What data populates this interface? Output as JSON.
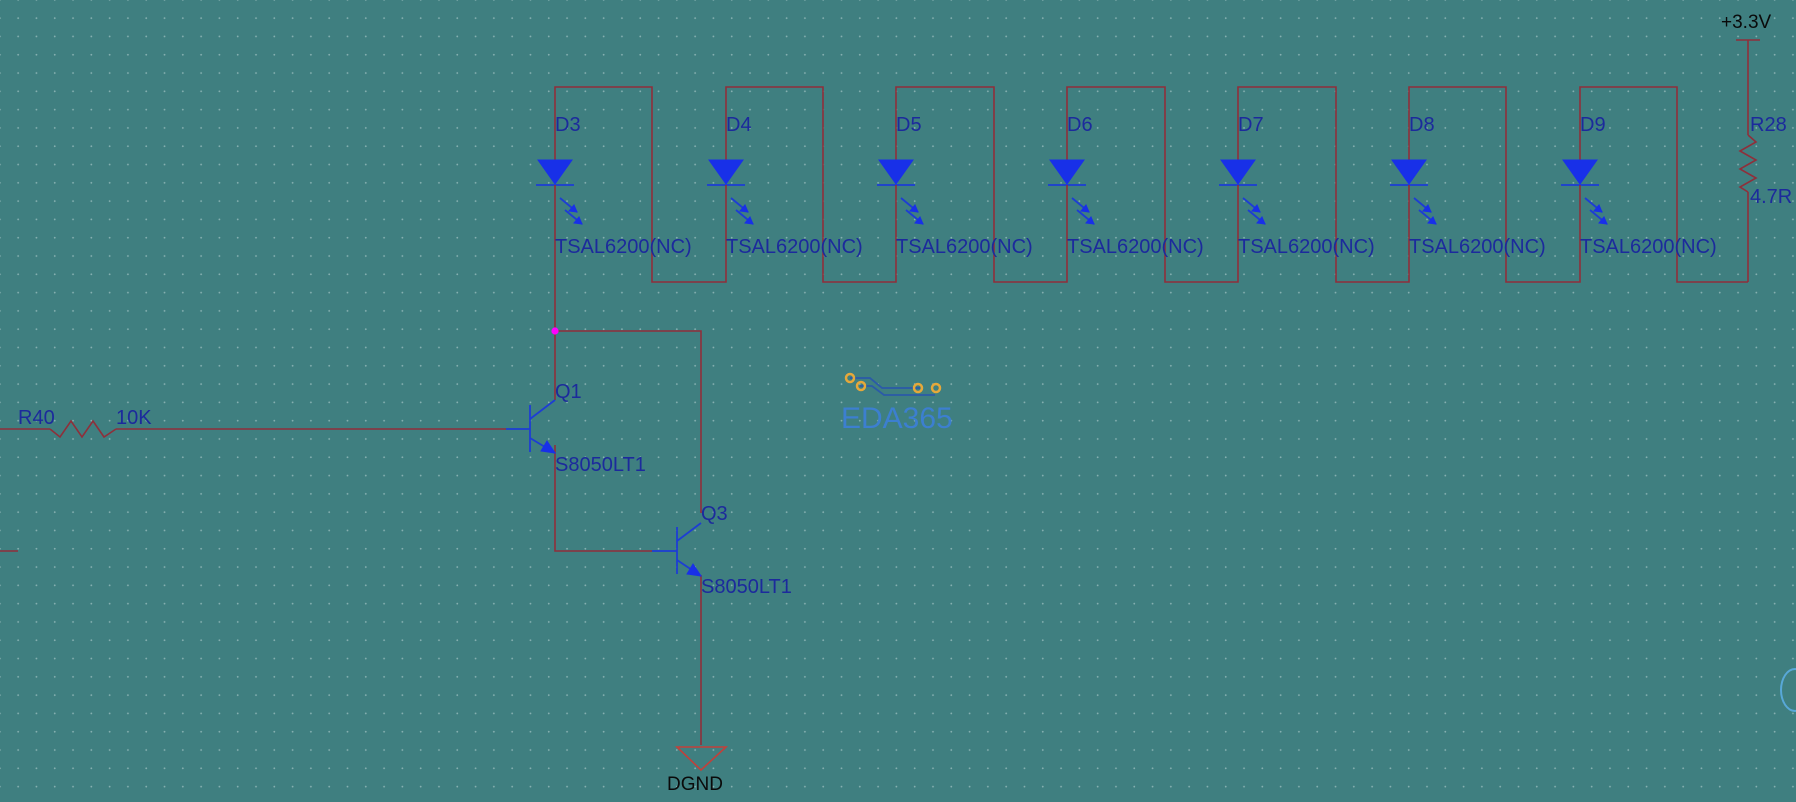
{
  "schematic": {
    "power": {
      "net_label": "+3.3V"
    },
    "resistors": [
      {
        "designator": "R28",
        "value": "4.7R"
      },
      {
        "designator": "R40",
        "value": "10K"
      }
    ],
    "diodes": [
      {
        "designator": "D3",
        "part": "TSAL6200(NC)"
      },
      {
        "designator": "D4",
        "part": "TSAL6200(NC)"
      },
      {
        "designator": "D5",
        "part": "TSAL6200(NC)"
      },
      {
        "designator": "D6",
        "part": "TSAL6200(NC)"
      },
      {
        "designator": "D7",
        "part": "TSAL6200(NC)"
      },
      {
        "designator": "D8",
        "part": "TSAL6200(NC)"
      },
      {
        "designator": "D9",
        "part": "TSAL6200(NC)"
      }
    ],
    "transistors": [
      {
        "designator": "Q1",
        "part": "S8050LT1"
      },
      {
        "designator": "Q3",
        "part": "S8050LT1"
      }
    ],
    "ground": {
      "net_label": "DGND"
    },
    "watermark": {
      "text": "EDA365"
    }
  },
  "colors": {
    "background": "#3f7f80",
    "wire": "#8f2f3a",
    "symbol": "#1d3dd4",
    "label": "#1c2a9c",
    "junction": "#ff00ff",
    "watermark": "#3c7fd0"
  }
}
